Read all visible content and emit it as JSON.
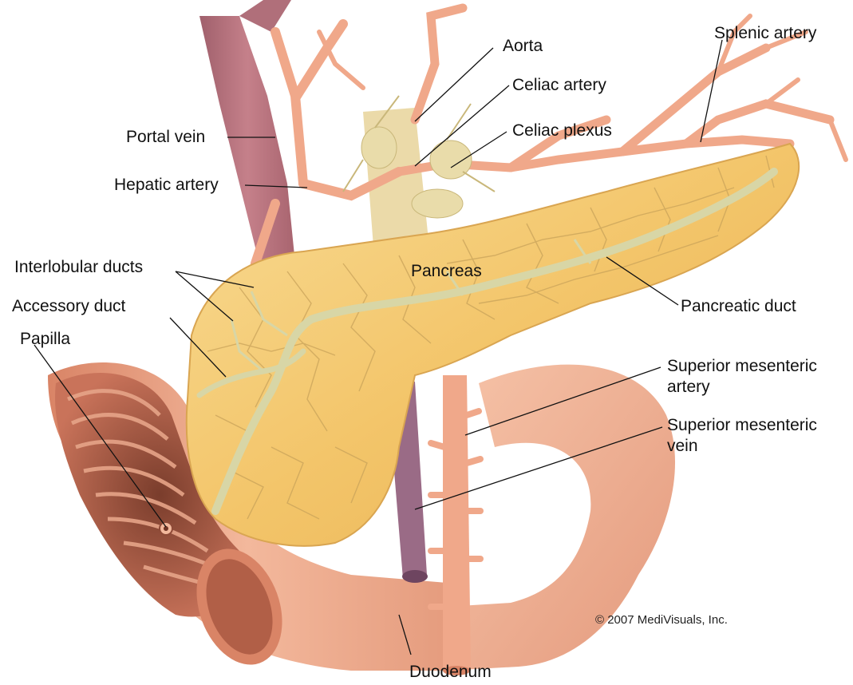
{
  "diagram": {
    "labels": {
      "aorta": "Aorta",
      "splenic_artery": "Splenic artery",
      "celiac_artery": "Celiac artery",
      "celiac_plexus": "Celiac plexus",
      "portal_vein": "Portal vein",
      "hepatic_artery": "Hepatic artery",
      "interlobular_ducts": "Interlobular ducts",
      "pancreas": "Pancreas",
      "accessory_duct": "Accessory duct",
      "pancreatic_duct": "Pancreatic duct",
      "papilla": "Papilla",
      "sma_line1": "Superior mesenteric",
      "sma_line2": "artery",
      "smv_line1": "Superior mesenteric",
      "smv_line2": "vein",
      "duodenum": "Duodenum"
    },
    "copyright": "© 2007 MediVisuals, Inc.",
    "colors": {
      "pancreas": "#f3c56a",
      "pancreas_light": "#f8dc95",
      "pancreas_vein": "#c9a35a",
      "duct": "#d8d6a6",
      "artery": "#f0a88a",
      "artery_dark": "#d98466",
      "portal_vein": "#b8707a",
      "vein_purple": "#9a6b86",
      "duodenum": "#eea98c",
      "duodenum_dark": "#c9735a",
      "plexus": "#e9dcaa"
    }
  }
}
